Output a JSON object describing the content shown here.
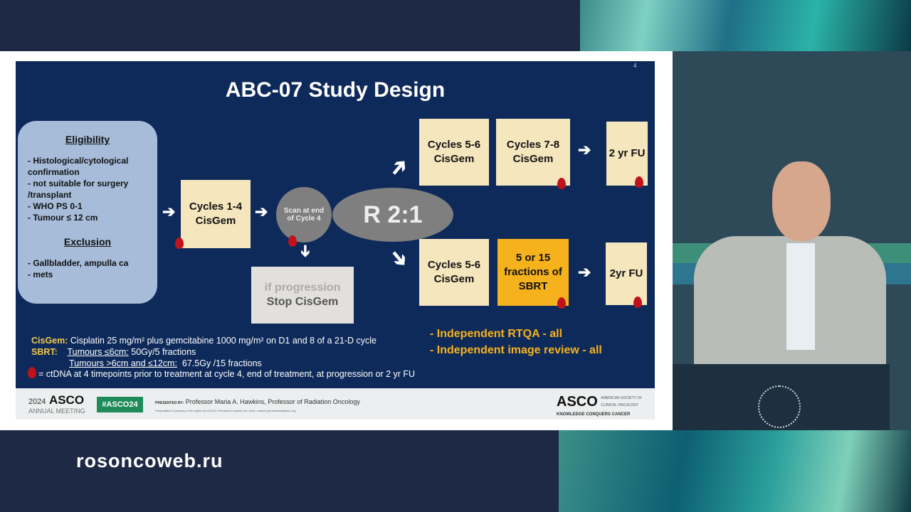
{
  "slide": {
    "page_number": "4",
    "title": "ABC-07 Study Design",
    "eligibility": {
      "heading": "Eligibility",
      "items": [
        "- Histological/cytological confirmation",
        "- not suitable for surgery /transplant",
        "- WHO PS 0-1",
        "- Tumour ≤ 12 cm"
      ]
    },
    "exclusion": {
      "heading": "Exclusion",
      "items": [
        "- Gallbladder, ampulla ca",
        "- mets"
      ]
    },
    "cycles_1_4": "Cycles 1-4 CisGem",
    "scan": "Scan at end of Cycle 4",
    "progression": {
      "line1": "if progression",
      "line2": "Stop CisGem"
    },
    "randomisation": "R 2:1",
    "arm_top": {
      "box1": "Cycles 5-6 CisGem",
      "box2": "Cycles 7-8 CisGem",
      "fu": "2 yr FU"
    },
    "arm_bottom": {
      "box1": "Cycles 5-6 CisGem",
      "box2": "5 or 15 fractions of SBRT",
      "fu": "2yr FU"
    },
    "notes": {
      "cisgem_label": "CisGem:",
      "cisgem_text": "Cisplatin 25 mg/m² plus gemcitabine 1000 mg/m² on D1 and 8 of a 21-D cycle",
      "sbrt_label": "SBRT:",
      "sbrt_small_label": "Tumours ≤6cm:",
      "sbrt_small_text": "50Gy/5 fractions",
      "sbrt_large_label": "Tumours >6cm and ≤12cm:",
      "sbrt_large_text": "67.5Gy /15 fractions",
      "ctdna": "= ctDNA at 4 timepoints prior to treatment at cycle 4, end of treatment, at progression or 2 yr FU"
    },
    "review": [
      "- Independent RTQA - all",
      "- Independent image review - all"
    ],
    "footer": {
      "meeting_year": "2024",
      "meeting_brand": "ASCO",
      "meeting_sub": "ANNUAL MEETING",
      "hashtag": "#ASCO24",
      "presented_by_label": "PRESENTED BY:",
      "presenter": "Professor Maria A. Hawkins, Professor of Radiation Oncology",
      "disclaimer": "Presentation is property of the author and ASCO. Permission required for reuse; contact permissions@asco.org",
      "asco_logo": "ASCO",
      "asco_society": "AMERICAN SOCIETY OF CLINICAL ONCOLOGY",
      "asco_tagline": "KNOWLEDGE CONQUERS CANCER"
    }
  },
  "website": "rosoncoweb.ru",
  "colors": {
    "slide_bg": "#0e2a5a",
    "box": "#f5e6bd",
    "sbrt": "#f6b21c",
    "drop": "#c0121a"
  }
}
